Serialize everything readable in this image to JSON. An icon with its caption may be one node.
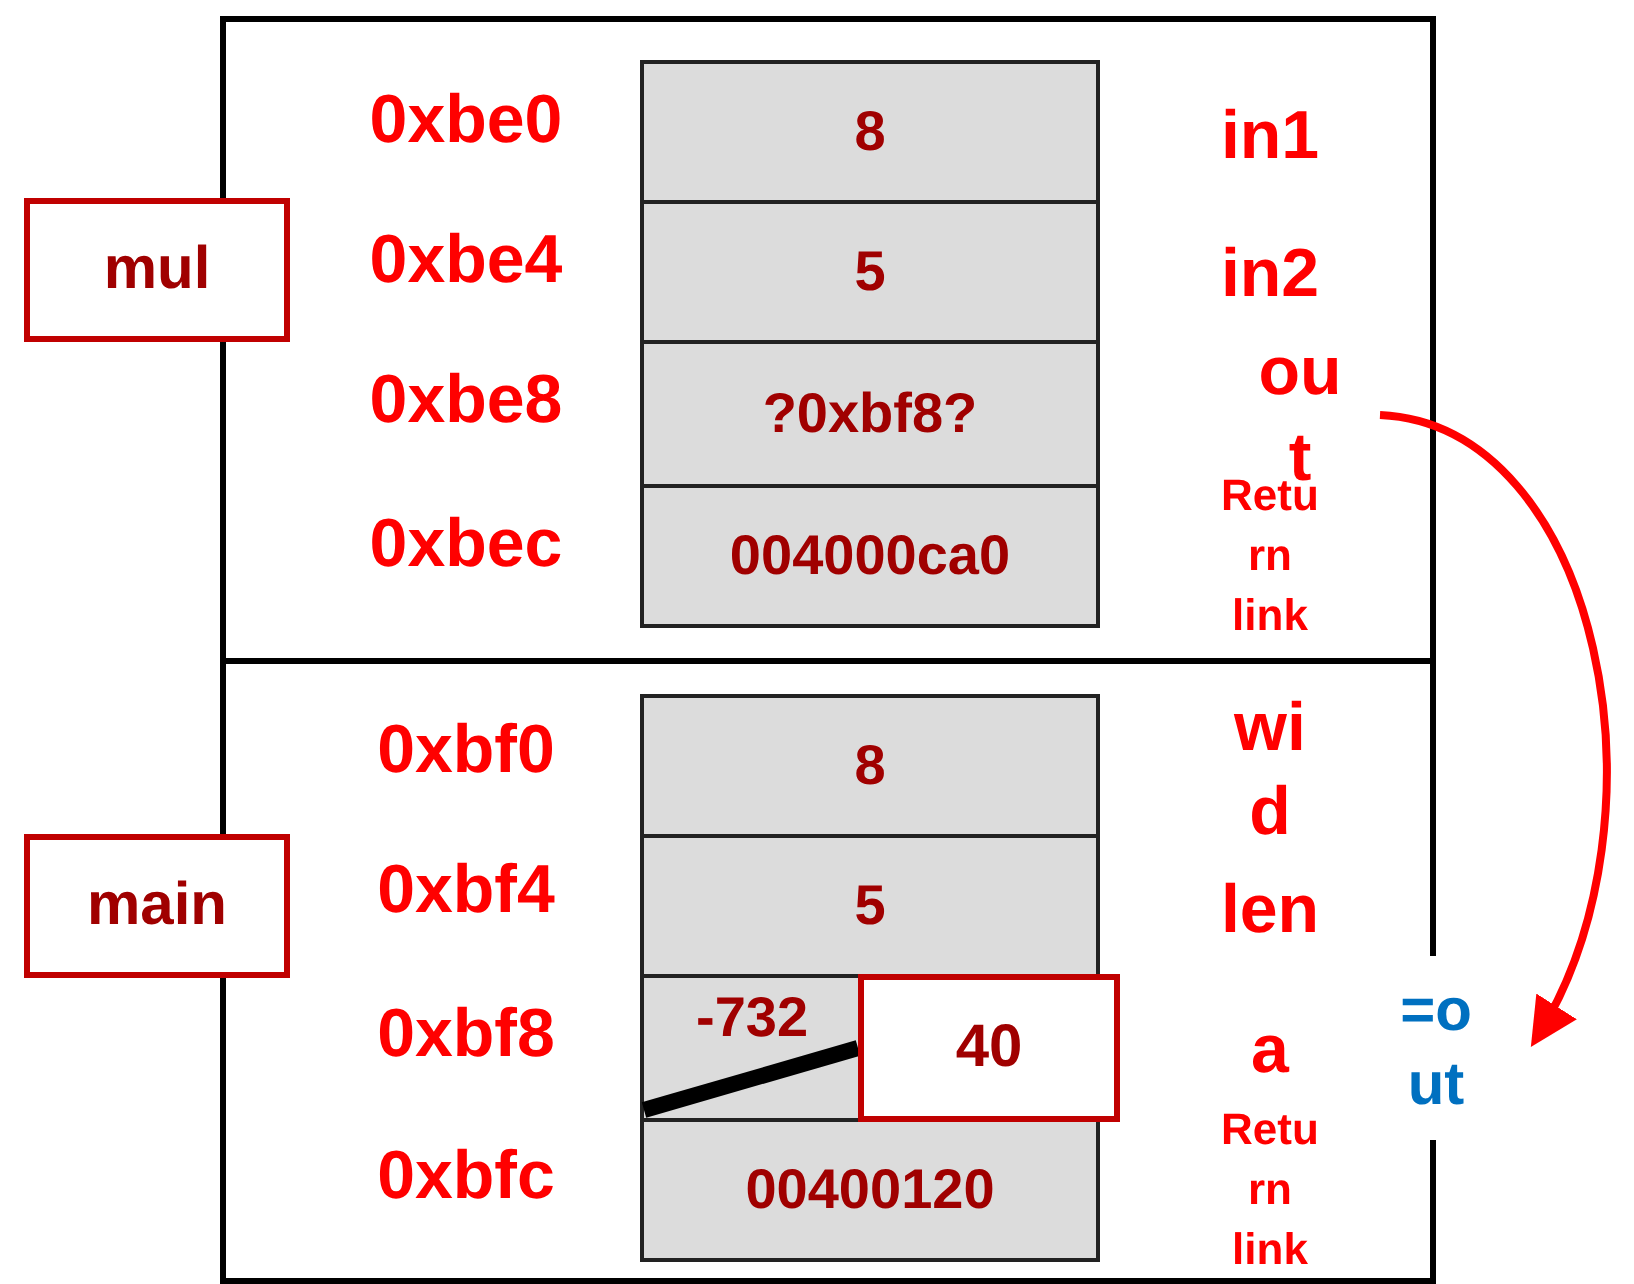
{
  "diagram": {
    "nodes": [
      {
        "text": [],
        "shape": "box"
      },
      {
        "text": [
          "8"
        ],
        "in": 0
      },
      {
        "text": [
          "5"
        ],
        "in": 0
      },
      {
        "text": [
          "?0xbf8?"
        ],
        "in": 0
      },
      {
        "text": [
          "004000ca0"
        ],
        "in": 0
      },
      {
        "text": [
          "out"
        ],
        "in": 0
      },
      {
        "text": [],
        "shape": "box"
      },
      {
        "text": [
          "8"
        ],
        "in": 6
      },
      {
        "text": [
          "5"
        ],
        "in": 6
      },
      {
        "text": [
          "-732"
        ],
        "in": 6
      },
      {
        "text": [
          "00400120"
        ],
        "in": 6
      },
      {
        "text": [
          "40"
        ],
        "in": 6
      },
      {
        "text": [
          "=out"
        ]
      },
      {
        "text": [
          "mul"
        ]
      },
      {
        "text": [
          "main"
        ]
      }
    ],
    "edges": [
      {
        "from": 5,
        "to": 12,
        "arrow": "to",
        "color": "#ff0000"
      },
      {
        "from": 9,
        "to": 11,
        "arrow": "none",
        "style": "thick",
        "color": "#000000"
      }
    ],
    "labels": [
      "0xbe0",
      "in1",
      "0xbe4",
      "in2",
      "0xbe8",
      "0xbec",
      "Return link",
      "0xbf0",
      "wid",
      "0xbf4",
      "len",
      "0xbf8",
      "a",
      "0xbfc",
      "Return link"
    ]
  }
}
